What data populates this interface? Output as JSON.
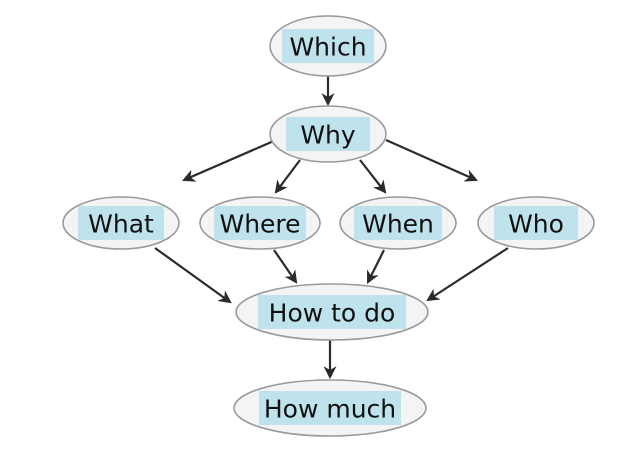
{
  "nodes": [
    {
      "id": "which",
      "label": "Which"
    },
    {
      "id": "why",
      "label": "Why"
    },
    {
      "id": "what",
      "label": "What"
    },
    {
      "id": "where",
      "label": "Where"
    },
    {
      "id": "when",
      "label": "When"
    },
    {
      "id": "who",
      "label": "Who"
    },
    {
      "id": "how-to-do",
      "label": "How to do"
    },
    {
      "id": "how-much",
      "label": "How much"
    }
  ],
  "edges": [
    {
      "from": "which",
      "to": "why"
    },
    {
      "from": "why",
      "to": "what"
    },
    {
      "from": "why",
      "to": "where"
    },
    {
      "from": "why",
      "to": "when"
    },
    {
      "from": "why",
      "to": "who"
    },
    {
      "from": "what",
      "to": "how-to-do"
    },
    {
      "from": "where",
      "to": "how-to-do"
    },
    {
      "from": "when",
      "to": "how-to-do"
    },
    {
      "from": "who",
      "to": "how-to-do"
    },
    {
      "from": "how-to-do",
      "to": "how-much"
    }
  ],
  "colors": {
    "label_highlight": "#bfe3ec",
    "ellipse_fill": "#f4f4f4",
    "ellipse_stroke": "#9a9a9a",
    "arrow": "#2b2b2b",
    "text": "#111111"
  }
}
